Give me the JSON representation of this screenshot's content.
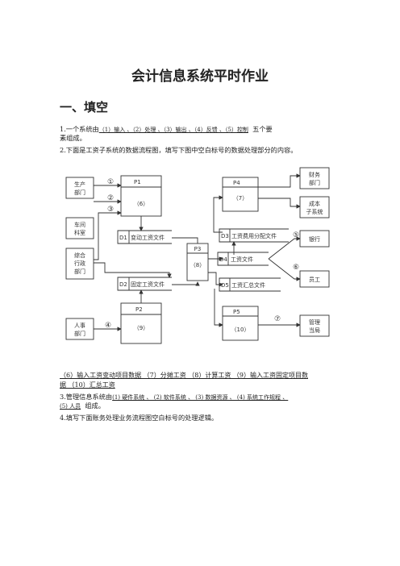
{
  "doc": {
    "title": "会计信息系统平时作业",
    "section": "一、填空",
    "q1": {
      "prefix": "1.一个系统由",
      "blank": "（1）输入 、（2）处理 、（3）输出 、（4）反馈 、（5）控制",
      "suffix": "五个要",
      "line2": "素组成。"
    },
    "q2": "2.下面是工资子系统的数据流程图，填写下图中空白标号的数据处理部分的内容。",
    "answers_line1": "（6）输入工资变动项目数据  （7）分摊工资  （8）计算工资  （9）输入工资固定项目数",
    "answers_line2": "据  （10）汇总工资",
    "q3": {
      "prefix": "3.管理信息系统由",
      "blank": "(1) 硬件系统 、 (2) 软件系统 、 (3) 数据资源 、 (4) 系统工作规程 、",
      "line2_blank": "(5) 人员",
      "line2_suffix": "组成。"
    },
    "q4": "4.填写下面账务处理业务流程图空白标号的处理逻辑。"
  },
  "diagram": {
    "entities": [
      {
        "id": "prod",
        "label1": "生产",
        "label2": "部门"
      },
      {
        "id": "workshop",
        "label1": "车间",
        "label2": "科室"
      },
      {
        "id": "admin",
        "label1": "综合",
        "label2": "行政",
        "label3": "部门"
      },
      {
        "id": "hr",
        "label1": "人事",
        "label2": "部门"
      },
      {
        "id": "finance",
        "label1": "财务",
        "label2": "部门"
      },
      {
        "id": "cost",
        "label1": "成本",
        "label2": "子系统"
      },
      {
        "id": "bank",
        "label1": "银行"
      },
      {
        "id": "staff",
        "label1": "员工"
      },
      {
        "id": "mgmt",
        "label1": "管理",
        "label2": "当局"
      }
    ],
    "processes": [
      {
        "id": "p1",
        "name": "P1",
        "num": "（6）"
      },
      {
        "id": "p2",
        "name": "P2",
        "num": "（9）"
      },
      {
        "id": "p3",
        "name": "P3",
        "num": "（8）"
      },
      {
        "id": "p4",
        "name": "P4",
        "num": "（7）"
      },
      {
        "id": "p5",
        "name": "P5",
        "num": "（10）"
      }
    ],
    "stores": [
      {
        "id": "d1",
        "code": "D1",
        "name": "变动工资文件"
      },
      {
        "id": "d2",
        "code": "D2",
        "name": "固定工资文件"
      },
      {
        "id": "d3",
        "code": "D3",
        "name": "工资费用分配文件"
      },
      {
        "id": "d4",
        "code": "D4",
        "name": "工资文件"
      },
      {
        "id": "d5",
        "code": "D5",
        "name": "工资汇总文件"
      }
    ],
    "flows": [
      "①",
      "②",
      "③",
      "④",
      "⑤",
      "⑥",
      "⑦"
    ]
  }
}
